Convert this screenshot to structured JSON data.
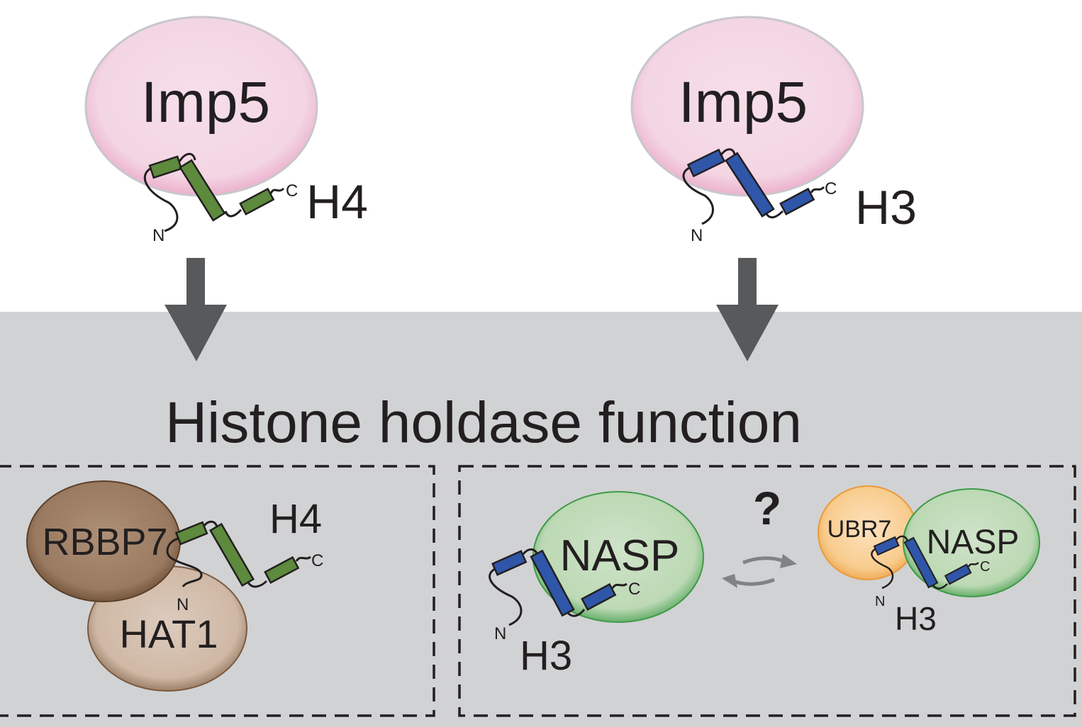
{
  "top_left": {
    "protein": "Imp5",
    "histone": "H4",
    "n_term": "N",
    "c_term": "C"
  },
  "top_right": {
    "protein": "Imp5",
    "histone": "H3",
    "n_term": "N",
    "c_term": "C"
  },
  "section_title": "Histone holdase function",
  "left_box": {
    "protein_a": "RBBP7",
    "protein_b": "HAT1",
    "histone": "H4",
    "n_term": "N",
    "c_term": "C"
  },
  "right_box": {
    "complex1": {
      "protein": "NASP",
      "histone": "H3",
      "n_term": "N",
      "c_term": "C"
    },
    "question": "?",
    "complex2": {
      "protein_a": "UBR7",
      "protein_b": "NASP",
      "histone": "H3",
      "n_term": "N",
      "c_term": "C"
    }
  },
  "colors": {
    "imp5": "#f6dde9",
    "imp5_edge": "#c9c7cc",
    "h4_helix": "#5d8a3c",
    "h3_helix": "#2f56a8",
    "panel_bg": "#d1d2d4",
    "arrow": "#58595b"
  }
}
